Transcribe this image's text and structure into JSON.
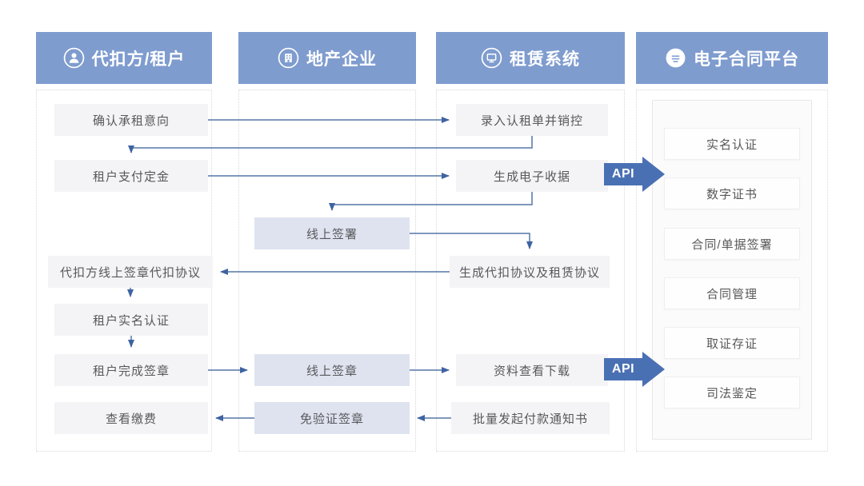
{
  "diagram": {
    "lanes": [
      {
        "title": "代扣方/租户",
        "icon": "user-icon"
      },
      {
        "title": "地产企业",
        "icon": "building-icon"
      },
      {
        "title": "租赁系统",
        "icon": "system-icon"
      },
      {
        "title": "电子合同平台",
        "icon": "contract-seal-icon"
      }
    ],
    "nodes": {
      "confirm_intent": "确认承租意向",
      "pay_deposit": "租户支付定金",
      "withholder_sign": "代扣方线上签章代扣协议",
      "tenant_realname": "租户实名认证",
      "tenant_sign_done": "租户完成签章",
      "view_payment": "查看缴费",
      "online_signing": "线上签署",
      "online_seal": "线上签章",
      "noverify_seal": "免验证签章",
      "enter_rental_order": "录入认租单并销控",
      "gen_receipt": "生成电子收据",
      "gen_agreements": "生成代扣协议及租赁协议",
      "view_download": "资料查看下载",
      "batch_notice": "批量发起付款通知书",
      "realname_auth": "实名认证",
      "digital_cert": "数字证书",
      "contract_sign": "合同/单据签署",
      "contract_mgmt": "合同管理",
      "evidence_storage": "取证存证",
      "judicial_appraisal": "司法鉴定"
    },
    "api_label": "API",
    "colors": {
      "header_blue": "#7f9ccf",
      "box_gray": "#f4f4f6",
      "box_lavender": "#dfe3f0",
      "platform_panel": "#fbfbfc",
      "connector_line": "#5577a6",
      "arrowhead": "#3f63a2",
      "api_arrow_blue": "#4a70b4",
      "text_gray": "#58585a"
    }
  }
}
